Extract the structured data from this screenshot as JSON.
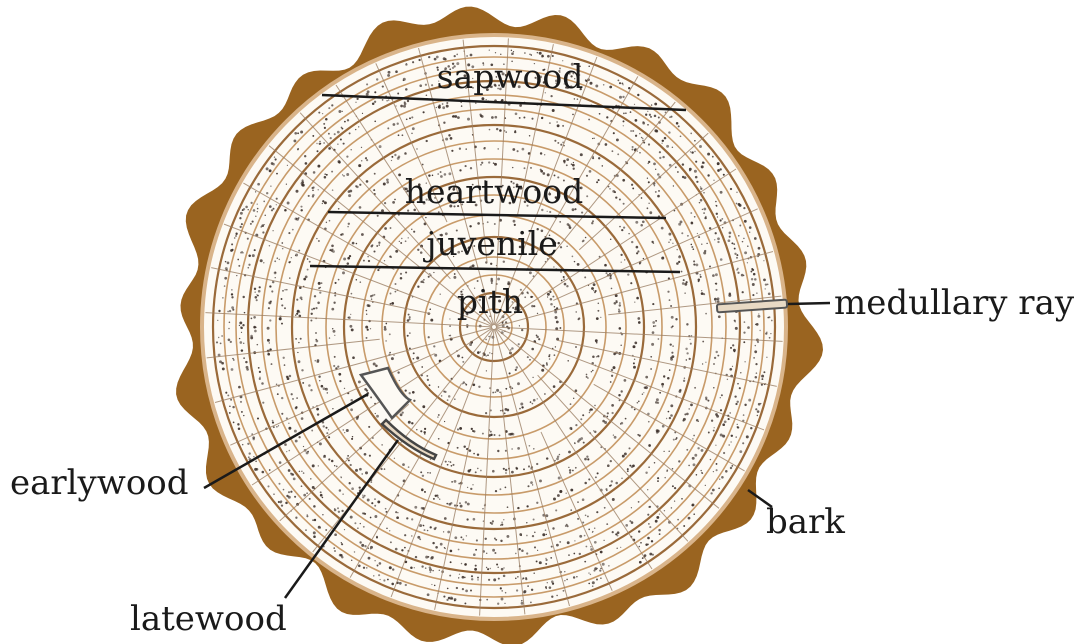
{
  "labels": {
    "sapwood": "sapwood",
    "heartwood": "heartwood",
    "juvenile": "juvenile",
    "pith": "pith",
    "medullary_ray": "medullary ray",
    "earlywood": "earlywood",
    "latewood": "latewood",
    "bark": "bark"
  },
  "colors": {
    "bark": "#9a6420",
    "ring_line": "#c89b6a",
    "ring_dark": "#9a6a3a",
    "ray_line": "#9c8066",
    "dots": "#3a2e28",
    "sapwood_fill": "#fdfaf4",
    "leader": "#1a1a1a"
  },
  "icons": [
    "tree-cross-section"
  ]
}
